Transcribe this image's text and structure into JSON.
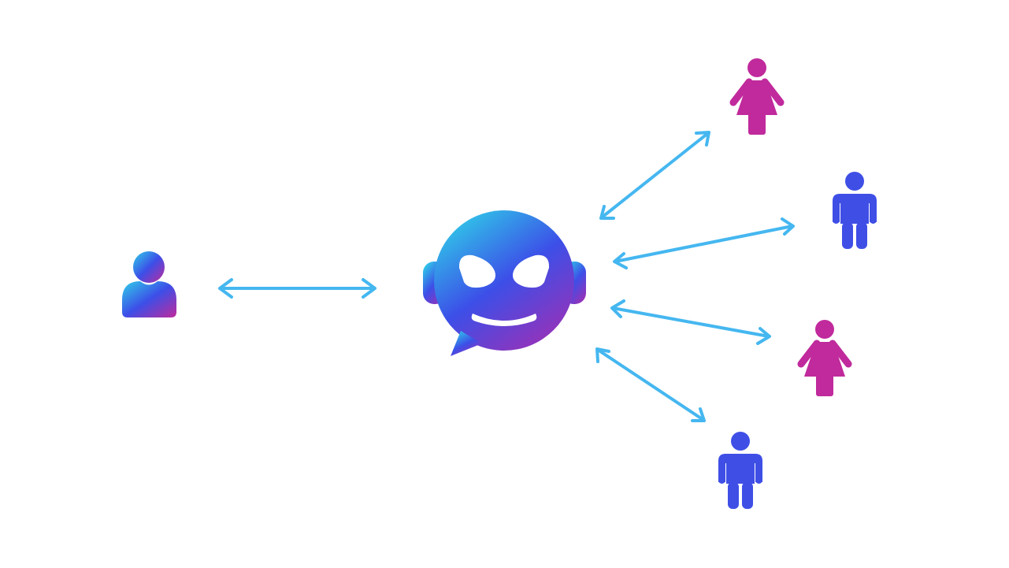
{
  "diagram": {
    "colors": {
      "arrow": "#45b7f0",
      "female": "#c02a9c",
      "male": "#3f4fe6",
      "gradient_start": "#2fd0e8",
      "gradient_mid": "#3c4fe8",
      "gradient_end": "#c02a9c"
    },
    "nodes": [
      {
        "id": "user",
        "icon": "user-avatar-icon"
      },
      {
        "id": "chatbot",
        "icon": "chatbot-face-icon"
      },
      {
        "id": "person-1",
        "icon": "female-person-icon"
      },
      {
        "id": "person-2",
        "icon": "male-person-icon"
      },
      {
        "id": "person-3",
        "icon": "female-person-icon"
      },
      {
        "id": "person-4",
        "icon": "male-person-icon"
      }
    ],
    "edges": [
      {
        "from": "user",
        "to": "chatbot",
        "direction": "bidirectional"
      },
      {
        "from": "chatbot",
        "to": "person-1",
        "direction": "bidirectional"
      },
      {
        "from": "chatbot",
        "to": "person-2",
        "direction": "bidirectional"
      },
      {
        "from": "chatbot",
        "to": "person-3",
        "direction": "bidirectional"
      },
      {
        "from": "chatbot",
        "to": "person-4",
        "direction": "bidirectional"
      }
    ]
  }
}
